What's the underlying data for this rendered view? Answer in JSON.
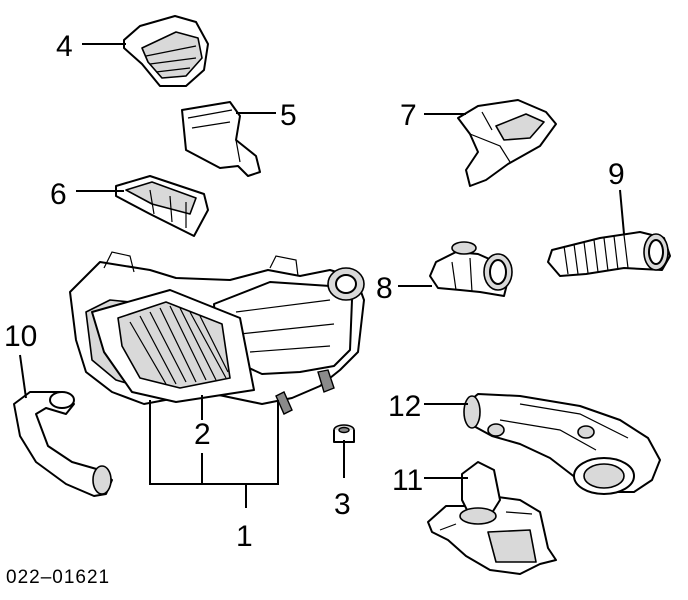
{
  "diagram": {
    "reference_code": "022–01621",
    "callouts": [
      {
        "id": "1",
        "label": "1"
      },
      {
        "id": "2",
        "label": "2"
      },
      {
        "id": "3",
        "label": "3"
      },
      {
        "id": "4",
        "label": "4"
      },
      {
        "id": "5",
        "label": "5"
      },
      {
        "id": "6",
        "label": "6"
      },
      {
        "id": "7",
        "label": "7"
      },
      {
        "id": "8",
        "label": "8"
      },
      {
        "id": "9",
        "label": "9"
      },
      {
        "id": "10",
        "label": "10"
      },
      {
        "id": "11",
        "label": "11"
      },
      {
        "id": "12",
        "label": "12"
      }
    ]
  }
}
